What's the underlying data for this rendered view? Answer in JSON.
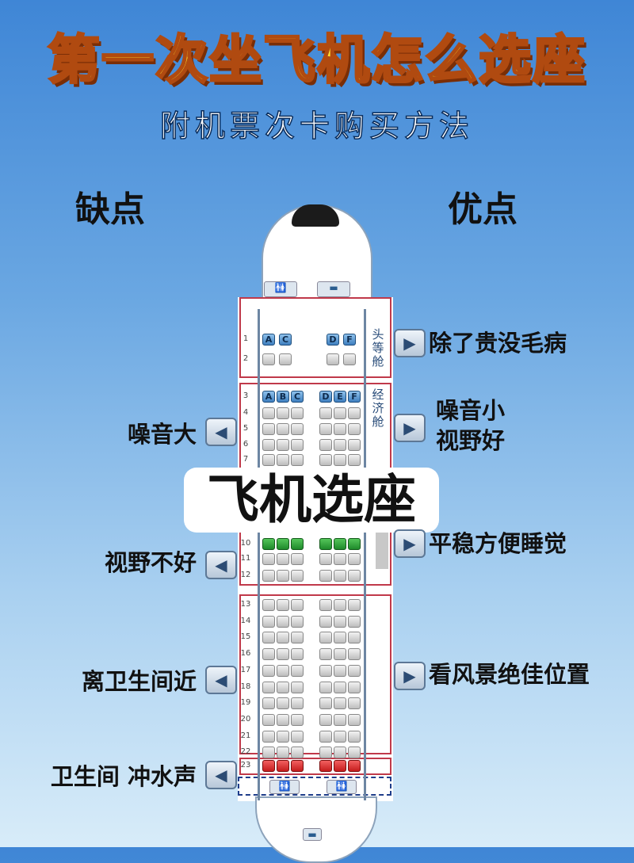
{
  "title": "第一次坐飞机怎么选座",
  "subtitle": "附机票次卡购买方法",
  "cons_heading": "缺点",
  "pros_heading": "优点",
  "overlay_text": "飞机选座",
  "cons": [
    {
      "text": "噪音大",
      "icon": "left-arrow-icon"
    },
    {
      "text": "视野不好",
      "icon": "left-arrow-icon"
    },
    {
      "text": "离卫生间近",
      "icon": "left-arrow-icon"
    },
    {
      "text": "卫生间 冲水声",
      "icon": "left-arrow-icon"
    }
  ],
  "pros": [
    {
      "text": "除了贵没毛病",
      "icon": "right-arrow-icon"
    },
    {
      "text": "噪音小",
      "text2": "视野好",
      "icon": "right-arrow-icon"
    },
    {
      "text": "平稳方便睡觉",
      "icon": "right-arrow-icon"
    },
    {
      "text": "看风景绝佳位置",
      "icon": "right-arrow-icon"
    }
  ],
  "seatmap": {
    "first_class_label": "头等舱",
    "economy_label": "经济舱",
    "first_class_letters": [
      "A",
      "C",
      "D",
      "F"
    ],
    "economy_letters": [
      "A",
      "B",
      "C",
      "D",
      "E",
      "F"
    ],
    "rows": [
      "1",
      "2",
      "3",
      "4",
      "5",
      "6",
      "7",
      "10",
      "11",
      "12",
      "13",
      "14",
      "15",
      "16",
      "17",
      "18",
      "19",
      "20",
      "21",
      "22",
      "23"
    ],
    "highlight_green_row": "10",
    "highlight_red_row": "23",
    "colors": {
      "green": "#1f8a2b",
      "red": "#c51d1d",
      "seat_label": "#3f7fbf",
      "box": "#c0394a"
    }
  }
}
